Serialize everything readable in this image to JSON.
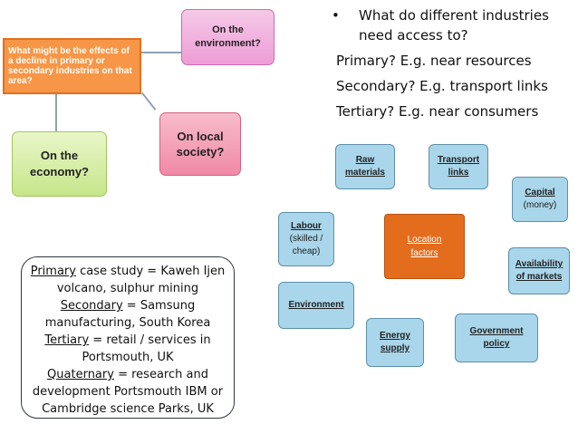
{
  "mind_map": {
    "central_question": "What might be the effects of a decline in primary or secondary industries on that area?",
    "branches": [
      {
        "id": "environment",
        "line1": "On the",
        "line2": "environment?"
      },
      {
        "id": "society",
        "line1": "On local",
        "line2": "society?"
      },
      {
        "id": "economy",
        "line1": "On the",
        "line2": "economy?"
      }
    ]
  },
  "question": {
    "bullet": "•",
    "text": "What do different industries need access to?",
    "line1": "What do different industries",
    "line2": "need access to?",
    "answers": [
      "Primary? E.g. near resources",
      "Secondary? E.g. transport links",
      "Tertiary? E.g. near consumers"
    ]
  },
  "location_factors": {
    "center": {
      "line1": "Location",
      "line2": "factors"
    },
    "factors": [
      {
        "id": "raw-materials",
        "line1": "Raw",
        "line2": "materials"
      },
      {
        "id": "transport-links",
        "line1": "Transport",
        "line2": "links"
      },
      {
        "id": "capital",
        "line1": "Capital",
        "line2": "(money)"
      },
      {
        "id": "labour",
        "line1": "Labour",
        "line2": "(skilled /",
        "line3": "cheap)"
      },
      {
        "id": "availability",
        "line1": "Availability",
        "line2": "of markets"
      },
      {
        "id": "environment",
        "line1": "Environment"
      },
      {
        "id": "energy",
        "line1": "Energy",
        "line2": "supply"
      },
      {
        "id": "government",
        "line1": "Government",
        "line2": "policy"
      }
    ]
  },
  "case_studies": {
    "primary": {
      "label": "Primary",
      "text": " case study = Kaweh Ijen",
      "cont": "volcano, sulphur mining"
    },
    "secondary": {
      "label": "Secondary",
      "text": " = Samsung",
      "cont": "manufacturing, South Korea"
    },
    "tertiary": {
      "label": "Tertiary",
      "text": " = retail / services in",
      "cont": "Portsmouth, UK"
    },
    "quaternary": {
      "label": "Quaternary",
      "text": " = research and",
      "cont": "development Portsmouth IBM or",
      "cont2": "Cambridge science Parks, UK"
    }
  },
  "colors": {
    "central_question": "#f79646",
    "environment_branch": "#ee9dd6",
    "society_branch": "#f089a6",
    "economy_branch": "#c6e68a",
    "factor_box": "#a9d6ea",
    "location_center": "#e36c1d"
  }
}
